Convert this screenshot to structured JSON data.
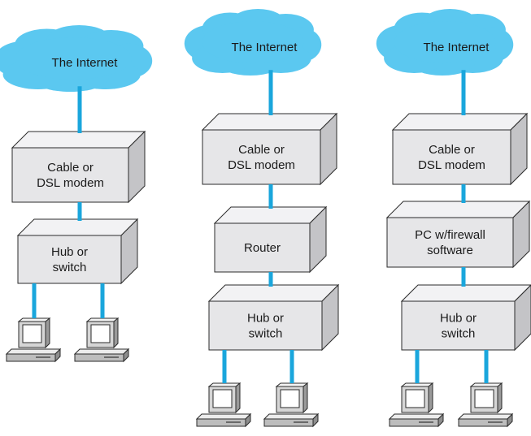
{
  "colors": {
    "cloud": "#5bc8f0",
    "link": "#1aa6dc",
    "box_front": "#e6e6e8",
    "box_top": "#f2f2f4",
    "box_side": "#c4c4c7",
    "outline": "#2b2b2b"
  },
  "icons": [
    "cloud-icon",
    "device-box-icon",
    "computer-icon"
  ],
  "columns": [
    {
      "cloud_label": "The Internet",
      "devices": [
        {
          "lines": [
            "Cable or",
            "DSL modem"
          ]
        },
        {
          "lines": [
            "Hub or",
            "switch"
          ]
        }
      ],
      "computers": 2
    },
    {
      "cloud_label": "The Internet",
      "devices": [
        {
          "lines": [
            "Cable or",
            "DSL modem"
          ]
        },
        {
          "lines": [
            "Router"
          ]
        },
        {
          "lines": [
            "Hub or",
            "switch"
          ]
        }
      ],
      "computers": 2
    },
    {
      "cloud_label": "The Internet",
      "devices": [
        {
          "lines": [
            "Cable or",
            "DSL modem"
          ]
        },
        {
          "lines": [
            "PC w/firewall",
            "software"
          ]
        },
        {
          "lines": [
            "Hub or",
            "switch"
          ]
        }
      ],
      "computers": 2
    }
  ]
}
